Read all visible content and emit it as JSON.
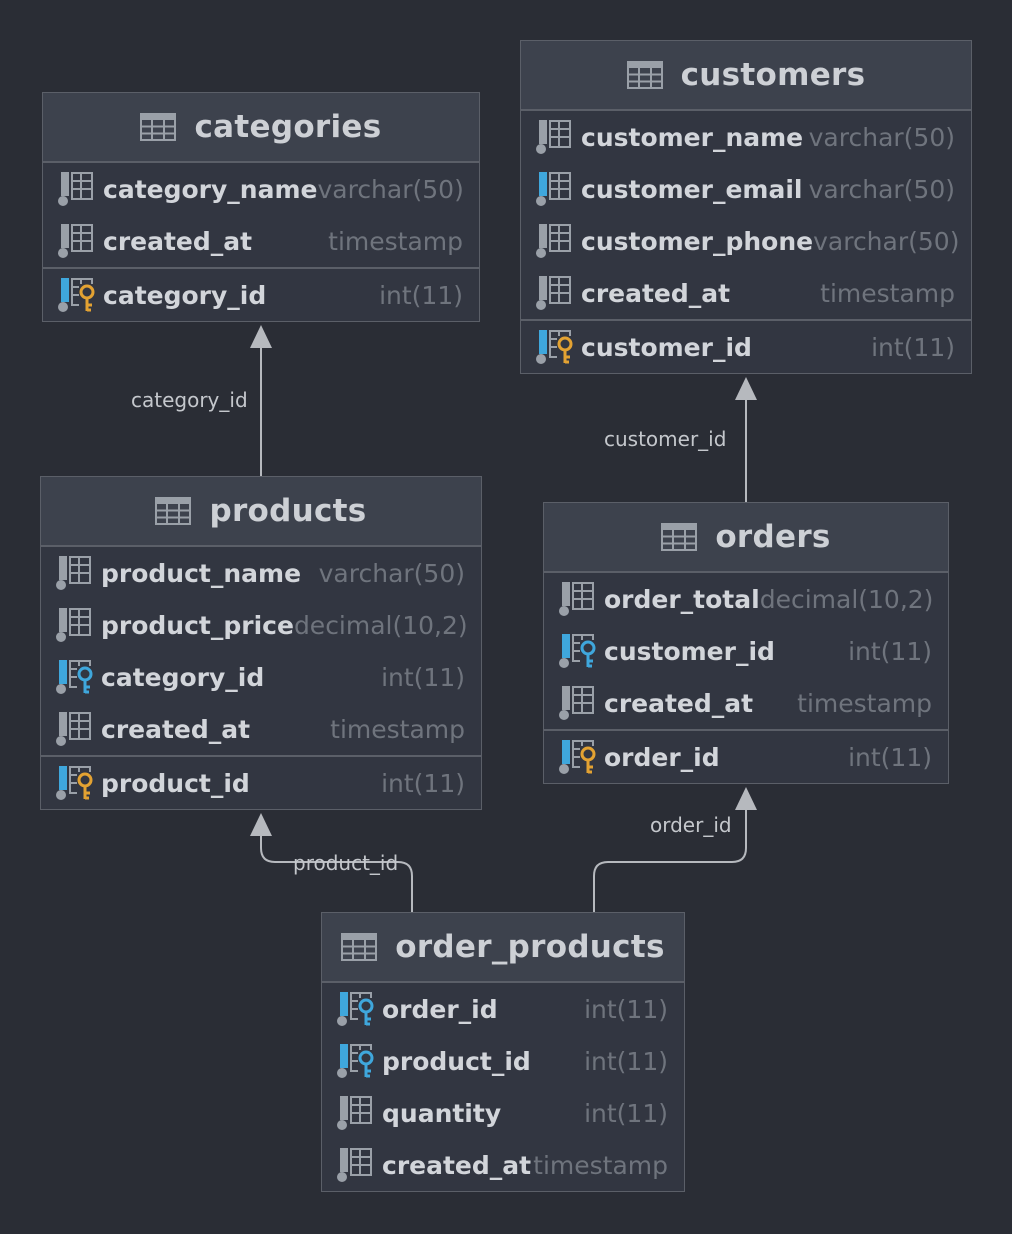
{
  "tables": {
    "categories": {
      "name": "categories",
      "columns": [
        {
          "name": "category_name",
          "type": "varchar(50)",
          "icon": "column-icon"
        },
        {
          "name": "created_at",
          "type": "timestamp",
          "icon": "column-icon"
        },
        {
          "name": "category_id",
          "type": "int(11)",
          "icon": "primary-key-icon"
        }
      ]
    },
    "customers": {
      "name": "customers",
      "columns": [
        {
          "name": "customer_name",
          "type": "varchar(50)",
          "icon": "column-icon"
        },
        {
          "name": "customer_email",
          "type": "varchar(50)",
          "icon": "column-indexed-icon"
        },
        {
          "name": "customer_phone",
          "type": "varchar(50)",
          "icon": "column-icon"
        },
        {
          "name": "created_at",
          "type": "timestamp",
          "icon": "column-icon"
        },
        {
          "name": "customer_id",
          "type": "int(11)",
          "icon": "primary-key-icon"
        }
      ]
    },
    "products": {
      "name": "products",
      "columns": [
        {
          "name": "product_name",
          "type": "varchar(50)",
          "icon": "column-icon"
        },
        {
          "name": "product_price",
          "type": "decimal(10,2)",
          "icon": "column-icon"
        },
        {
          "name": "category_id",
          "type": "int(11)",
          "icon": "foreign-key-icon"
        },
        {
          "name": "created_at",
          "type": "timestamp",
          "icon": "column-icon"
        },
        {
          "name": "product_id",
          "type": "int(11)",
          "icon": "primary-key-icon"
        }
      ]
    },
    "orders": {
      "name": "orders",
      "columns": [
        {
          "name": "order_total",
          "type": "decimal(10,2)",
          "icon": "column-icon"
        },
        {
          "name": "customer_id",
          "type": "int(11)",
          "icon": "foreign-key-icon"
        },
        {
          "name": "created_at",
          "type": "timestamp",
          "icon": "column-icon"
        },
        {
          "name": "order_id",
          "type": "int(11)",
          "icon": "primary-key-icon"
        }
      ]
    },
    "order_products": {
      "name": "order_products",
      "columns": [
        {
          "name": "order_id",
          "type": "int(11)",
          "icon": "foreign-key-icon"
        },
        {
          "name": "product_id",
          "type": "int(11)",
          "icon": "foreign-key-icon"
        },
        {
          "name": "quantity",
          "type": "int(11)",
          "icon": "column-icon"
        },
        {
          "name": "created_at",
          "type": "timestamp",
          "icon": "column-icon"
        }
      ]
    }
  },
  "relationships": [
    {
      "from": "products",
      "to": "categories",
      "label": "category_id"
    },
    {
      "from": "orders",
      "to": "customers",
      "label": "customer_id"
    },
    {
      "from": "order_products",
      "to": "products",
      "label": "product_id"
    },
    {
      "from": "order_products",
      "to": "orders",
      "label": "order_id"
    }
  ],
  "colors": {
    "background": "#2a2d35",
    "table_body": "#323641",
    "table_header": "#3d424d",
    "border": "#5b5f68",
    "text": "#d2d5da",
    "type_text": "#6f747d",
    "primary_key": "#e3a232",
    "foreign_key": "#3fa7dc",
    "connector": "#b6b9be"
  }
}
